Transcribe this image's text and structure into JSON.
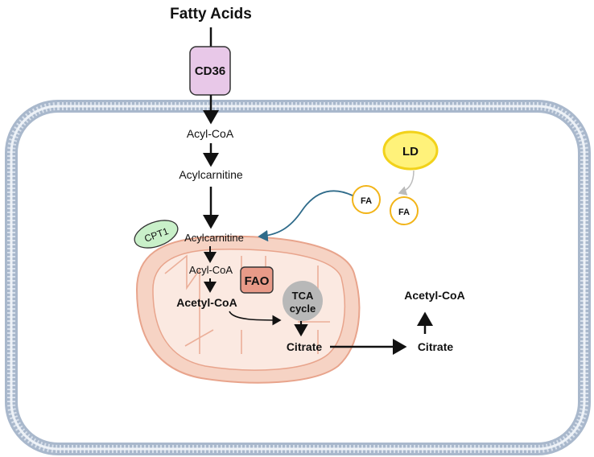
{
  "diagram": {
    "title": "Fatty Acids",
    "transporter": "CD36",
    "cytosol": {
      "acyl_coa": "Acyl-CoA",
      "acylcarnitine": "Acylcarnitine",
      "lipid_droplet": "LD",
      "fa_1": "FA",
      "fa_2": "FA",
      "citrate": "Citrate",
      "acetyl_coa": "Acetyl-CoA"
    },
    "enzyme_cpt1": "CPT1",
    "mitochondrion": {
      "acylcarnitine": "Acylcarnitine",
      "acyl_coa": "Acyl-CoA",
      "fao": "FAO",
      "acetyl_coa": "Acetyl-CoA",
      "tca_line1": "TCA",
      "tca_line2": "cycle",
      "citrate": "Citrate"
    }
  },
  "colors": {
    "membrane": "#a9b8cc",
    "cd36_fill": "#e8c8e8",
    "ld_fill": "#fff27a",
    "ld_stroke": "#f2d21a",
    "fa_stroke": "#f2b418",
    "cpt1_fill": "#c9f0c9",
    "mito_outer": "#f6d3c4",
    "mito_stroke": "#e8a48c",
    "fao_fill": "#e89a88",
    "tca_fill": "#b8b8b8",
    "arc_arrow": "#2f6b8a"
  },
  "icons": [
    "arrow",
    "mitochondrion-shape",
    "lipid-droplet-shape"
  ]
}
